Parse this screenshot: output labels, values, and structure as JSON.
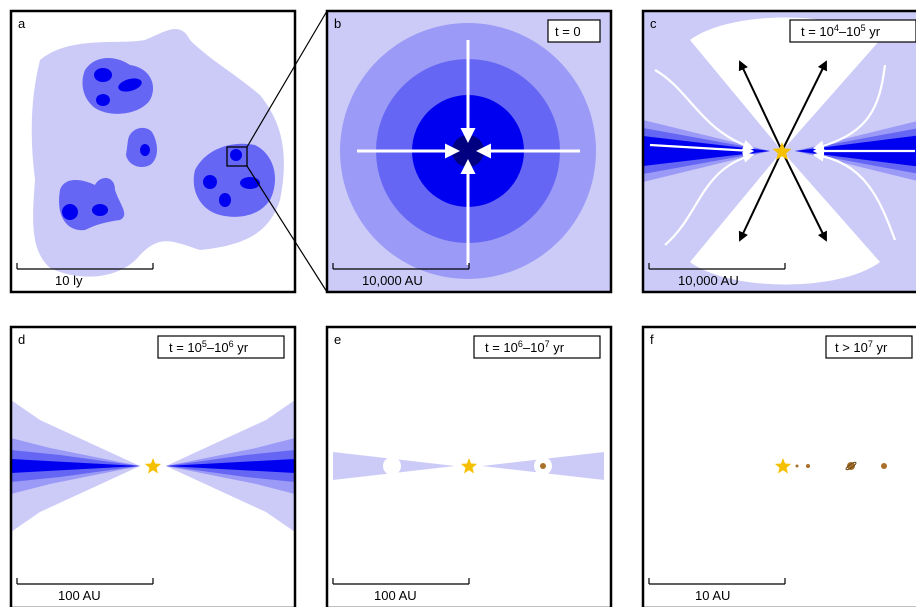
{
  "colors": {
    "c1": "#cccbf8",
    "c2": "#9b9af6",
    "c3": "#6566f4",
    "c4": "#0000f0",
    "c5": "#000080",
    "star": "#f5c000",
    "planet": "#a8702a"
  },
  "panels": {
    "a": {
      "letter": "a",
      "scale": "10 ly"
    },
    "b": {
      "letter": "b",
      "scale": "10,000 AU",
      "time": "t = 0"
    },
    "c": {
      "letter": "c",
      "scale": "10,000 AU",
      "time": {
        "pre": "t = 10",
        "e1": "4",
        "mid": "–10",
        "e2": "5",
        "post": " yr"
      }
    },
    "d": {
      "letter": "d",
      "scale": "100 AU",
      "time": {
        "pre": "t = 10",
        "e1": "5",
        "mid": "–10",
        "e2": "6",
        "post": " yr"
      }
    },
    "e": {
      "letter": "e",
      "scale": "100 AU",
      "time": {
        "pre": "t = 10",
        "e1": "6",
        "mid": "–10",
        "e2": "7",
        "post": " yr"
      }
    },
    "f": {
      "letter": "f",
      "scale": "10 AU",
      "time": {
        "pre": "t > 10",
        "e1": "7",
        "post": " yr"
      }
    }
  }
}
